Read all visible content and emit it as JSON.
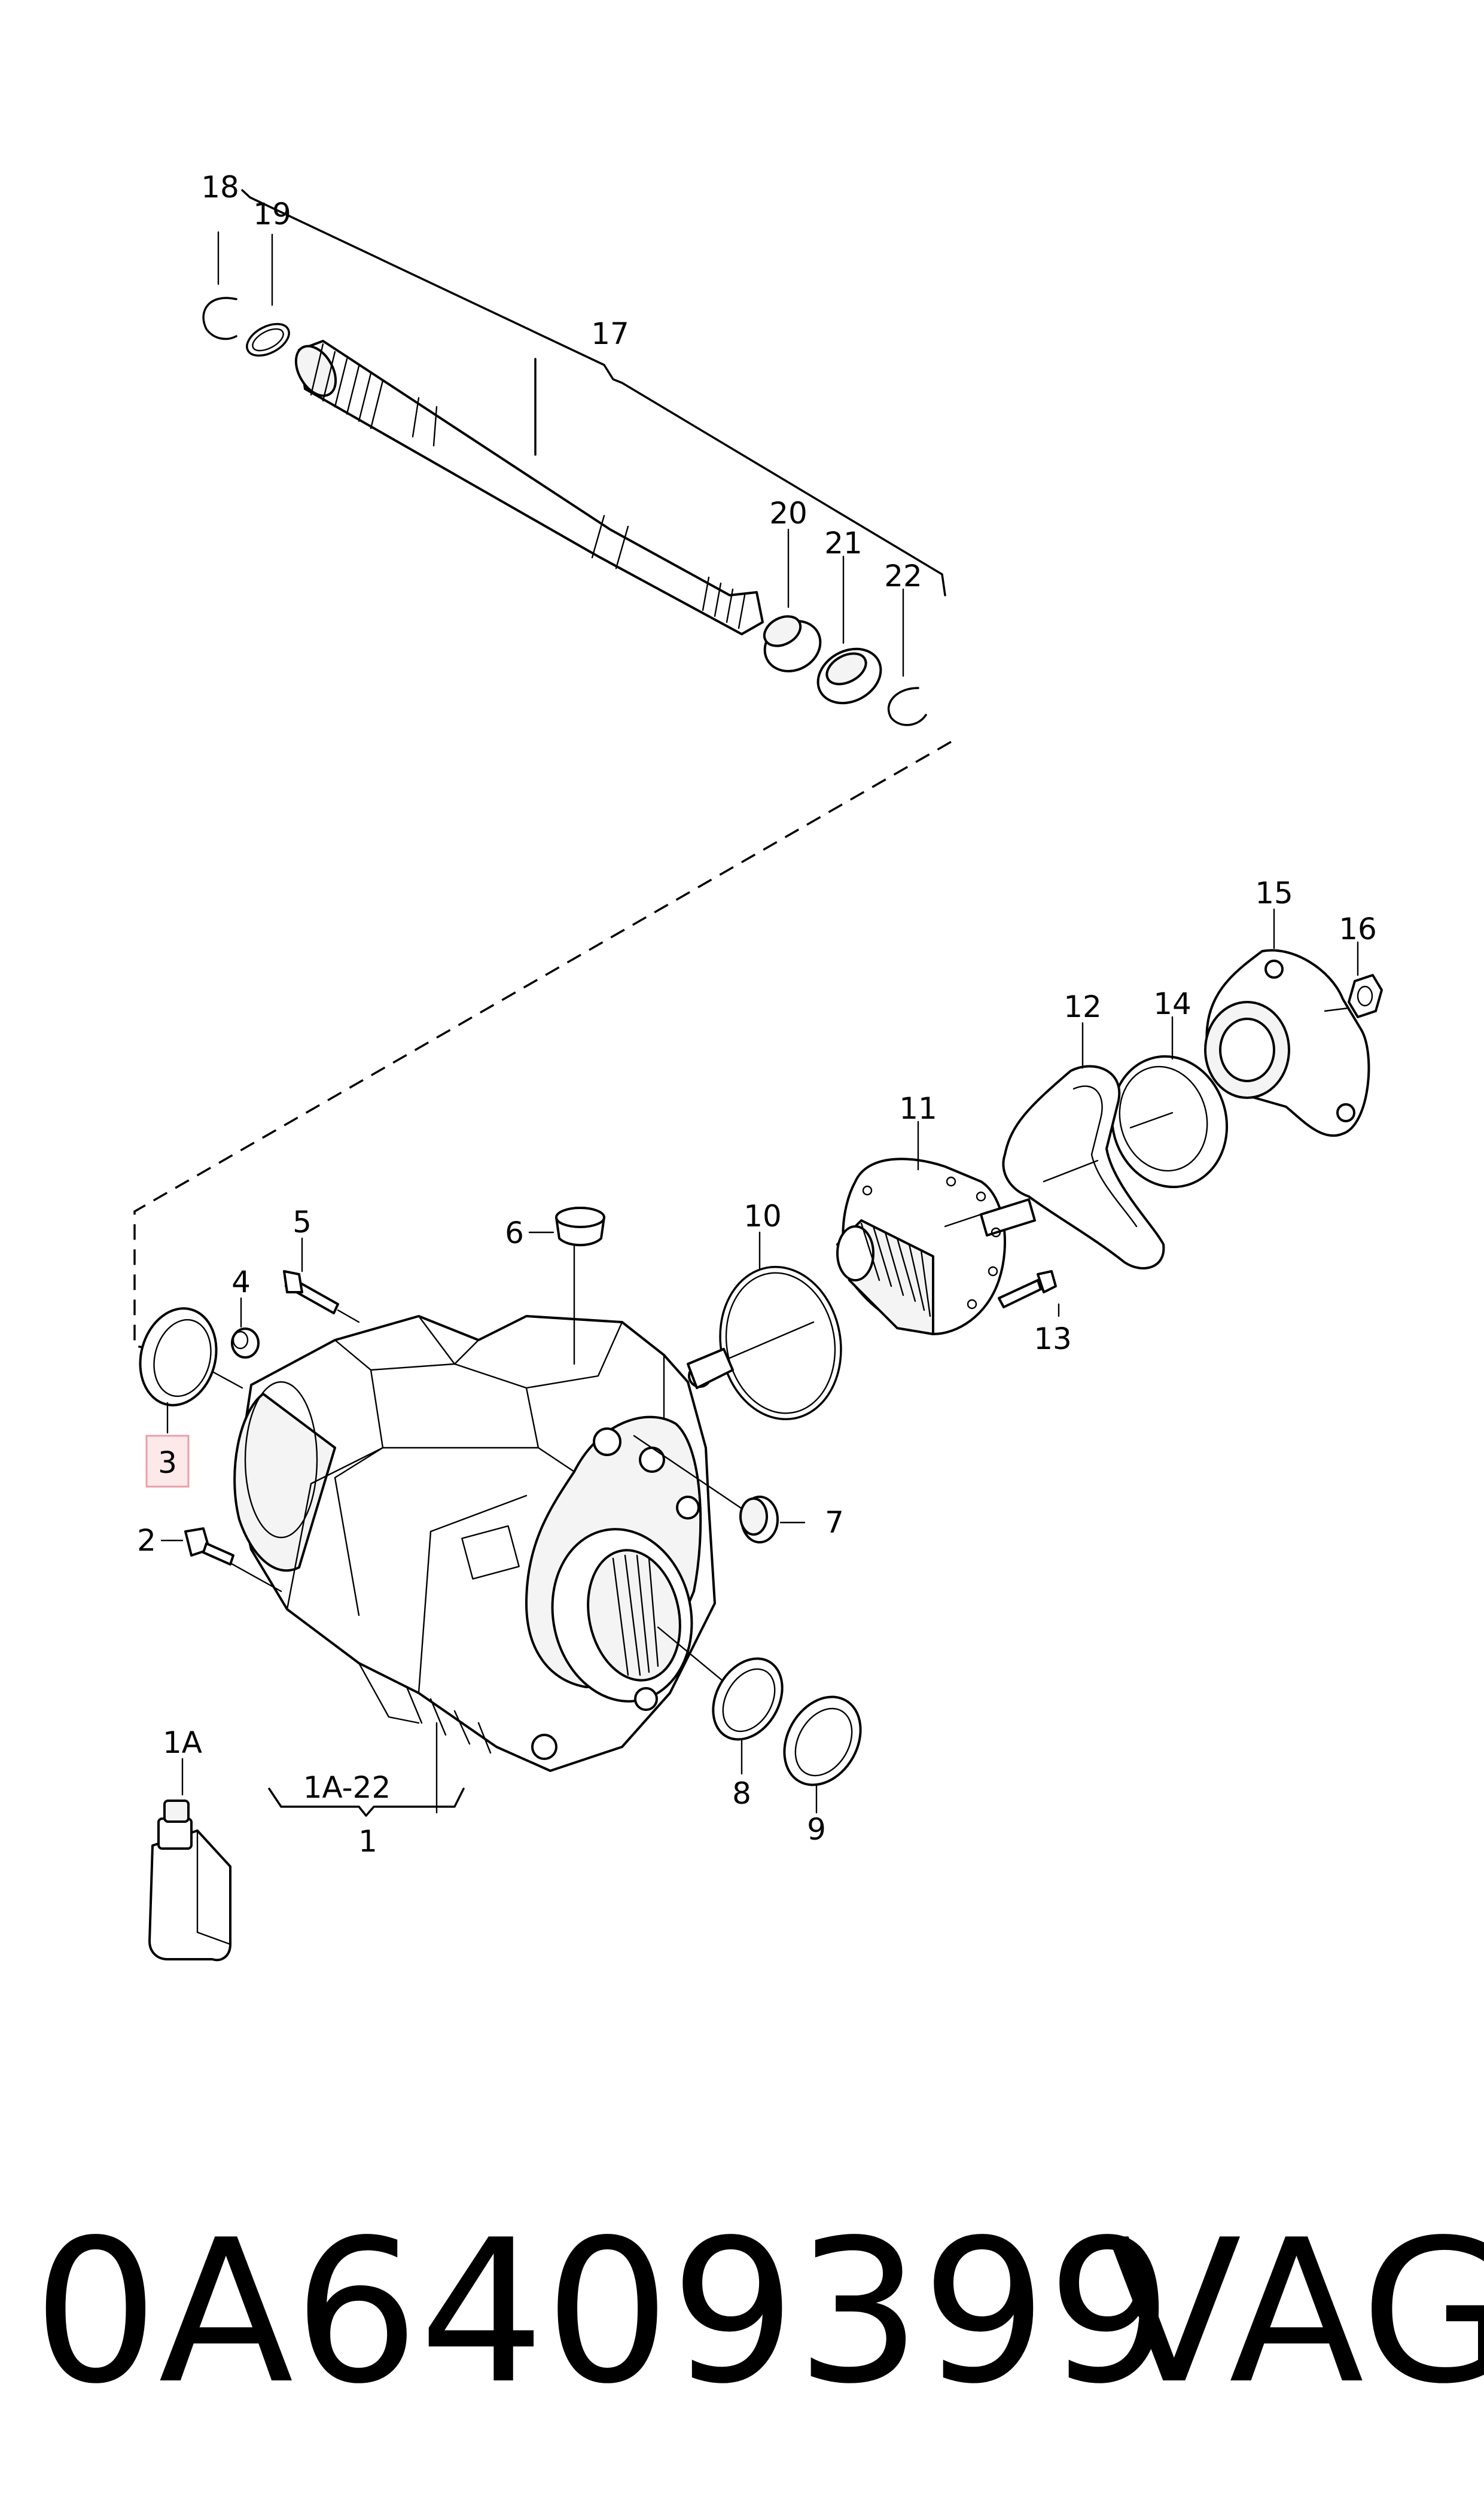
{
  "diagram": {
    "callouts": {
      "c1": "1",
      "c1A": "1A",
      "c1A22": "1A-22",
      "c2": "2",
      "c3": "3",
      "c4": "4",
      "c5": "5",
      "c6": "6",
      "c7": "7",
      "c8": "8",
      "c9": "9",
      "c10": "10",
      "c11": "11",
      "c12": "12",
      "c13": "13",
      "c14": "14",
      "c15": "15",
      "c16": "16",
      "c17": "17",
      "c18": "18",
      "c19": "19",
      "c20": "20",
      "c21": "21",
      "c22": "22"
    },
    "highlight_color": "#e8a0a8"
  },
  "footer": {
    "part_number": "0A6409399",
    "brand": "VAG"
  }
}
